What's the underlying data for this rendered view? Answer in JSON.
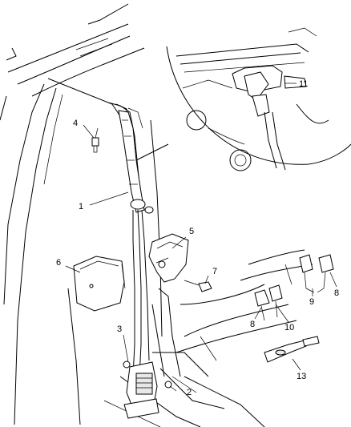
{
  "callouts": [
    {
      "id": "1",
      "text": "1"
    },
    {
      "id": "2",
      "text": "2"
    },
    {
      "id": "3",
      "text": "3"
    },
    {
      "id": "4",
      "text": "4"
    },
    {
      "id": "5",
      "text": "5"
    },
    {
      "id": "6",
      "text": "6"
    },
    {
      "id": "7",
      "text": "7"
    },
    {
      "id": "8a",
      "text": "8"
    },
    {
      "id": "8b",
      "text": "8"
    },
    {
      "id": "9",
      "text": "9"
    },
    {
      "id": "10",
      "text": "10"
    },
    {
      "id": "11",
      "text": "11"
    },
    {
      "id": "13",
      "text": "13"
    }
  ]
}
